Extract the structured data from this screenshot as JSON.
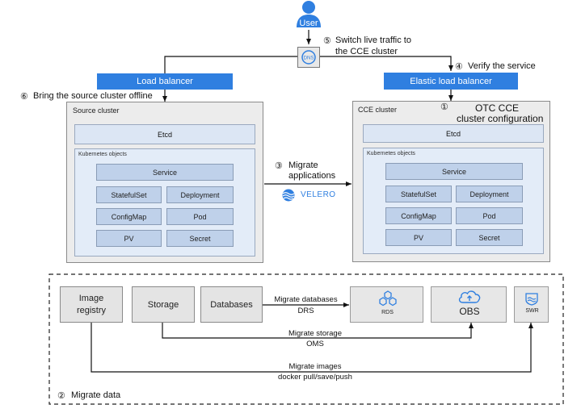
{
  "user": {
    "label": "User"
  },
  "steps": {
    "switch_traffic_num": "⑤",
    "switch_traffic_line1": "Switch live traffic to",
    "switch_traffic_line2": "the CCE cluster",
    "verify_num": "④",
    "verify_label": "Verify the service",
    "offline_num": "⑥",
    "offline_label": "Bring the source cluster offline",
    "migrate_apps_num": "③",
    "migrate_apps_line1": "Migrate",
    "migrate_apps_line2": "applications",
    "config_num": "①",
    "config_line1": "OTC CCE",
    "config_line2": "cluster configuration",
    "migrate_data_num": "②",
    "migrate_data_label": "Migrate data"
  },
  "load_balancer": "Load balancer",
  "elastic_load_balancer": "Elastic load balancer",
  "dns_icon_label": "DNS",
  "velero_label": "VELERO",
  "source_cluster": {
    "title": "Source cluster",
    "etcd": "Etcd",
    "k8s_title": "Kubernetes objects",
    "service": "Service",
    "statefulset": "StatefulSet",
    "deployment": "Deployment",
    "configmap": "ConfigMap",
    "pod": "Pod",
    "pv": "PV",
    "secret": "Secret"
  },
  "cce_cluster": {
    "title": "CCE cluster",
    "etcd": "Etcd",
    "k8s_title": "Kubernetes objects",
    "service": "Service",
    "statefulset": "StatefulSet",
    "deployment": "Deployment",
    "configmap": "ConfigMap",
    "pod": "Pod",
    "pv": "PV",
    "secret": "Secret"
  },
  "data": {
    "image_registry_line1": "Image",
    "image_registry_line2": "registry",
    "storage": "Storage",
    "databases": "Databases",
    "rds": "RDS",
    "obs": "OBS",
    "swr": "SWR",
    "migrate_databases": "Migrate databases",
    "drs": "DRS",
    "migrate_storage": "Migrate storage",
    "oms": "OMS",
    "migrate_images": "Migrate images",
    "docker_cmd": "docker pull/save/push"
  },
  "colors": {
    "accent_blue": "#2f7fe0",
    "icon_blue": "#2f7fe0"
  }
}
